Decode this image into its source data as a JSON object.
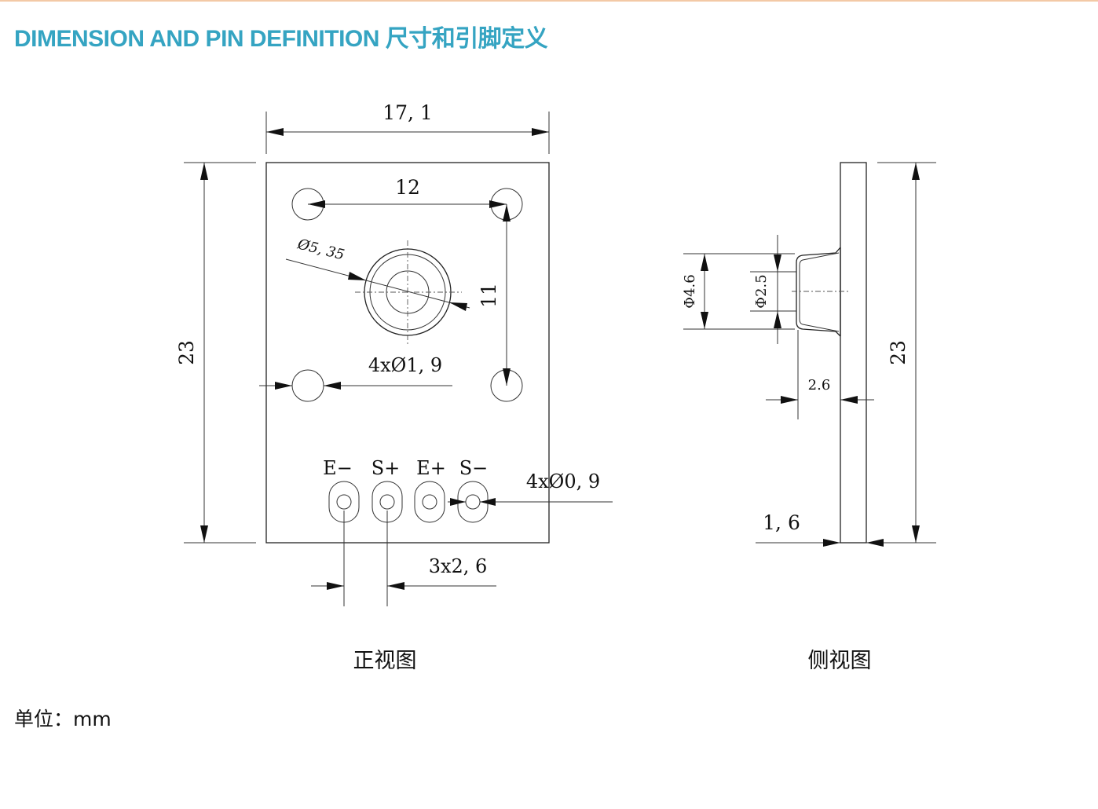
{
  "header": {
    "title": "DIMENSION AND PIN DEFINITION  尺寸和引脚定义",
    "title_color": "#35a4c2"
  },
  "front_view": {
    "caption": "正视图",
    "width_dim": "17, 1",
    "height_dim": "23",
    "hole_spacing_h": "12",
    "hole_spacing_v": "11",
    "center_hole_dim": "Ø5, 35",
    "mount_holes_dim": "4xØ1, 9",
    "pin_holes_dim": "4xØ0, 9",
    "pin_pitch_dim": "3x2, 6",
    "pins": [
      "E−",
      "S+",
      "E+",
      "S−"
    ]
  },
  "side_view": {
    "caption": "侧视图",
    "height_dim": "23",
    "thickness_dim": "1, 6",
    "flange_dia": "Φ4.6",
    "bore_dia": "Φ2.5",
    "depth_dim": "2.6"
  },
  "footer": {
    "unit": "单位：mm"
  }
}
